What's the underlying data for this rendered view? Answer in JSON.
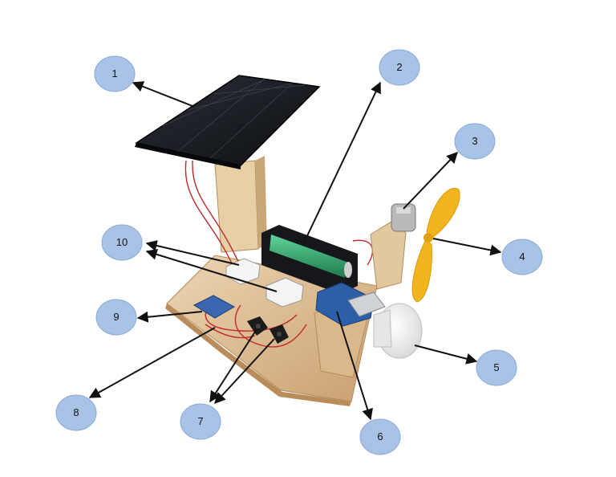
{
  "callouts": [
    {
      "label": "1"
    },
    {
      "label": "2"
    },
    {
      "label": "3"
    },
    {
      "label": "4"
    },
    {
      "label": "5"
    },
    {
      "label": "6"
    },
    {
      "label": "7"
    },
    {
      "label": "8"
    },
    {
      "label": "9"
    },
    {
      "label": "10"
    }
  ],
  "colors": {
    "callout_fill": "#a9c3e6",
    "callout_stroke": "#8aaad6",
    "arrow": "#111111",
    "wood": "#e0c49c",
    "panel": "#1a1c22",
    "battery": "#2a9a63",
    "fan_blade": "#f2b51e",
    "wire": "#c0282a"
  }
}
